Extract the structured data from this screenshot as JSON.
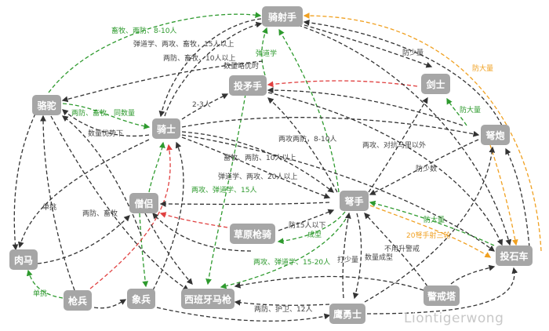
{
  "diagram": {
    "title": "",
    "colors": {
      "node": "#a6a6a6",
      "neutral": "#333333",
      "counter_green": "#2e9a2e",
      "warn_red": "#e04040",
      "orange": "#f0a020"
    },
    "nodes": {
      "horse_archer": "骑射手",
      "camel": "骆驼",
      "knight": "骑士",
      "javelin": "投矛手",
      "swordsman": "剑士",
      "ballista": "弩炮",
      "crossbow": "弩手",
      "monk": "僧侣",
      "steppe_lancer": "草原枪骑",
      "hussar": "肉马",
      "spearman": "枪兵",
      "elephant": "象兵",
      "conquistador": "西班牙马枪",
      "eagle": "鹰勇士",
      "watch_tower": "警戒塔",
      "mangonel": "投石车"
    },
    "labels": {
      "l1": "畜牧、两防、8-10人",
      "l2": "弹道学、两攻、畜牧，15人以上",
      "l3": "两防、畜牧、10人以上",
      "l4": "数量略优时",
      "l5": "弹道学",
      "l6": "防少量",
      "l7": "防大量",
      "l8": "2-3人",
      "l9": "两防、畜牧、同数量",
      "l10": "数量优势下",
      "l11": "防大量",
      "l12": "两攻两防，8-10人",
      "l13": "两攻、对抗马里以外",
      "l14": "畜牧、两防、10人以上",
      "l15": "防少数",
      "l16": "弹道学、两攻、20人以上",
      "l17": "两攻、弹道学、15人",
      "l18": "单挑",
      "l19": "两防、畜牧",
      "l20": "防大量",
      "l21": "防15人以下",
      "l22": "成型",
      "l23": "20弩手射三轮",
      "l24": "不用升警戒",
      "l25": "两攻、弹道学、15-20人",
      "l26": "打少量",
      "l27": "数量成型",
      "l28": "单挑",
      "l29": "两防、护卫、12人"
    },
    "watermark": "Liontigerwong"
  }
}
